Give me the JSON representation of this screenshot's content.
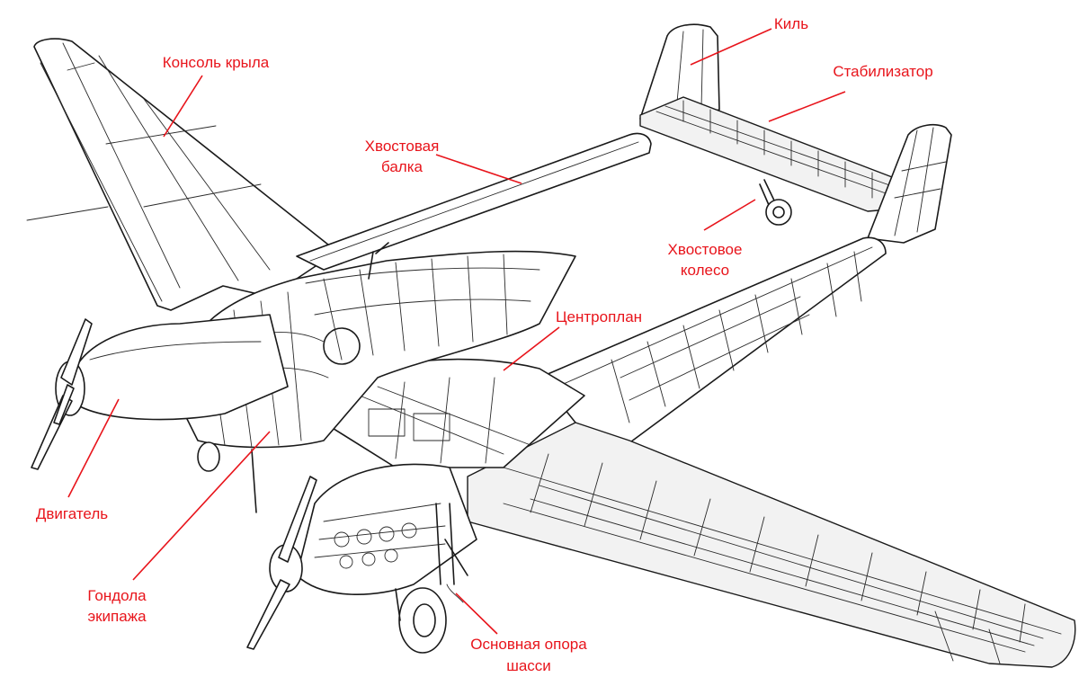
{
  "colors": {
    "label": "#e8141b",
    "leader": "#e8141b",
    "ink": "#1a1a1a"
  },
  "labels": {
    "wing_console": "Консоль крыла",
    "tail_boom_1": "Хвостовая",
    "tail_boom_2": "балка",
    "fin": "Киль",
    "stabilizer": "Стабилизатор",
    "tail_wheel_1": "Хвостовое",
    "tail_wheel_2": "колесо",
    "center_section": "Центроплан",
    "engine": "Двигатель",
    "crew_nacelle_1": "Гондола",
    "crew_nacelle_2": "экипажа",
    "main_gear_1": "Основная опора",
    "main_gear_2": "шасси"
  }
}
